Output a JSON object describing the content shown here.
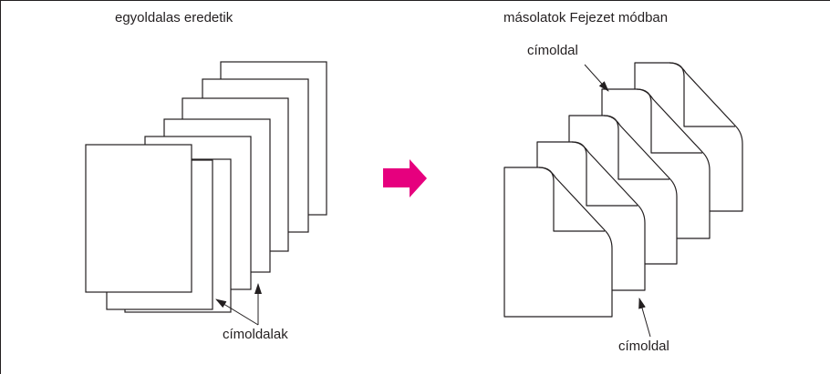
{
  "left_panel": {
    "title": "egyoldalas eredetik",
    "callout": "címoldalak"
  },
  "right_panel": {
    "title": "másolatok Fejezet módban",
    "callout_top": "címoldal",
    "callout_bottom": "címoldal"
  },
  "colors": {
    "stroke": "#231f20",
    "arrow": "#e6007e"
  }
}
